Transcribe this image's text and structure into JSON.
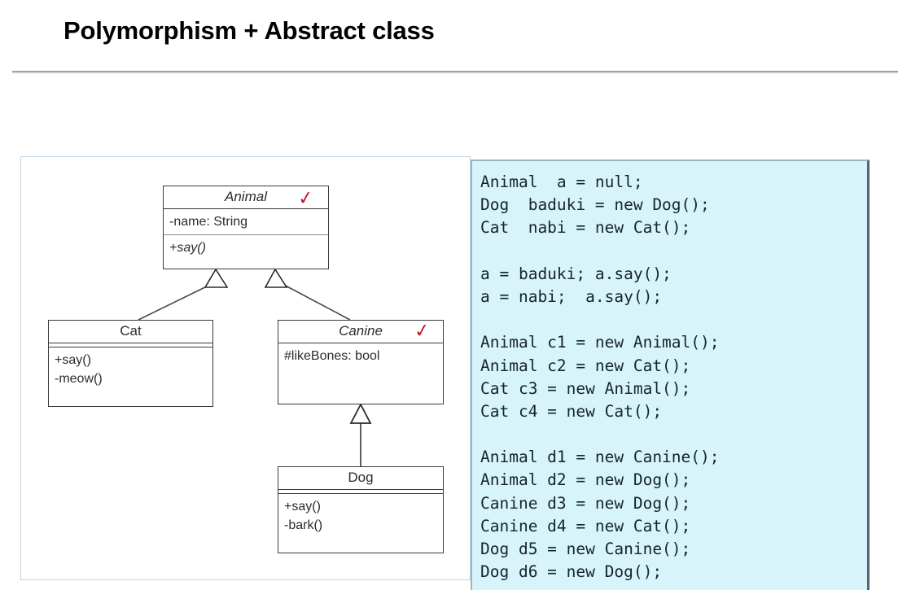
{
  "slide": {
    "title": "Polymorphism + Abstract class"
  },
  "diagram": {
    "type": "uml-class-diagram",
    "classes": [
      {
        "id": "animal",
        "name": "Animal",
        "abstract": true,
        "annotation": "check-mark",
        "attributes": [
          "-name: String"
        ],
        "methods": [
          {
            "text": "+say()",
            "abstract": true
          }
        ]
      },
      {
        "id": "cat",
        "name": "Cat",
        "abstract": false,
        "annotation": null,
        "attributes": [],
        "methods": [
          {
            "text": "+say()",
            "abstract": false
          },
          {
            "text": "-meow()",
            "abstract": false
          }
        ]
      },
      {
        "id": "canine",
        "name": "Canine",
        "abstract": true,
        "annotation": "check-mark",
        "attributes": [
          "#likeBones: bool"
        ],
        "methods": []
      },
      {
        "id": "dog",
        "name": "Dog",
        "abstract": false,
        "annotation": null,
        "attributes": [],
        "methods": [
          {
            "text": "+say()",
            "abstract": false
          },
          {
            "text": "-bark()",
            "abstract": false
          }
        ]
      }
    ],
    "generalizations": [
      {
        "from": "cat",
        "to": "animal"
      },
      {
        "from": "canine",
        "to": "animal"
      },
      {
        "from": "dog",
        "to": "canine"
      }
    ],
    "annotation_glyph": "✓",
    "annotation_color": "#c0192b"
  },
  "code": {
    "language": "java",
    "lines": [
      "Animal  a = null;",
      "Dog  baduki = new Dog();",
      "Cat  nabi = new Cat();",
      "",
      "a = baduki; a.say();",
      "a = nabi;  a.say();",
      "",
      "Animal c1 = new Animal();",
      "Animal c2 = new Cat();",
      "Cat c3 = new Animal();",
      "Cat c4 = new Cat();",
      "",
      "Animal d1 = new Canine();",
      "Animal d2 = new Dog();",
      "Canine d3 = new Dog();",
      "Canine d4 = new Cat();",
      "Dog d5 = new Canine();",
      "Dog d6 = new Dog();"
    ],
    "background_color": "#d7f4fb",
    "text_color": "#16232e"
  }
}
